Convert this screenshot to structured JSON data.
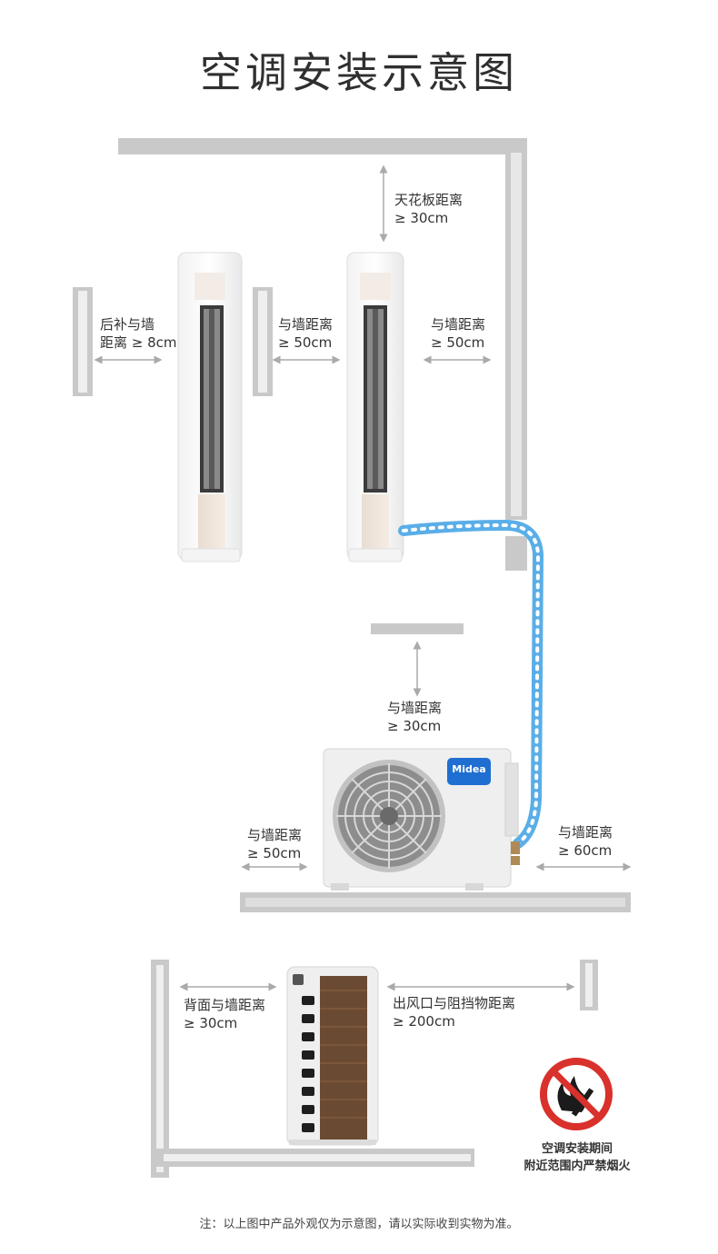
{
  "title": "空调安装示意图",
  "labels": {
    "ceiling": [
      "天花板距离",
      "≥ 30cm"
    ],
    "back_wall": [
      "后补与墙",
      "距离 ≥ 8cm"
    ],
    "between_units": [
      "与墙距离",
      "≥ 50cm"
    ],
    "right_wall": [
      "与墙距离",
      "≥ 50cm"
    ],
    "outdoor_top": [
      "与墙距离",
      "≥ 30cm"
    ],
    "outdoor_left": [
      "与墙距离",
      "≥ 50cm"
    ],
    "outdoor_right": [
      "与墙距离",
      "≥ 60cm"
    ],
    "side_back": [
      "背面与墙距离",
      "≥ 30cm"
    ],
    "side_outlet": [
      "出风口与阻挡物距离",
      "≥ 200cm"
    ]
  },
  "brand": "Midea",
  "fire_warning": [
    "空调安装期间",
    "附近范围内严禁烟火"
  ],
  "footnote": "注：以上图中产品外观仅为示意图，请以实际收到实物为准。",
  "colors": {
    "wall": "#c9c9c9",
    "pipe": "#5aaee8",
    "brand_blue": "#1e6fd1",
    "no_fire_red": "#d9312b"
  }
}
